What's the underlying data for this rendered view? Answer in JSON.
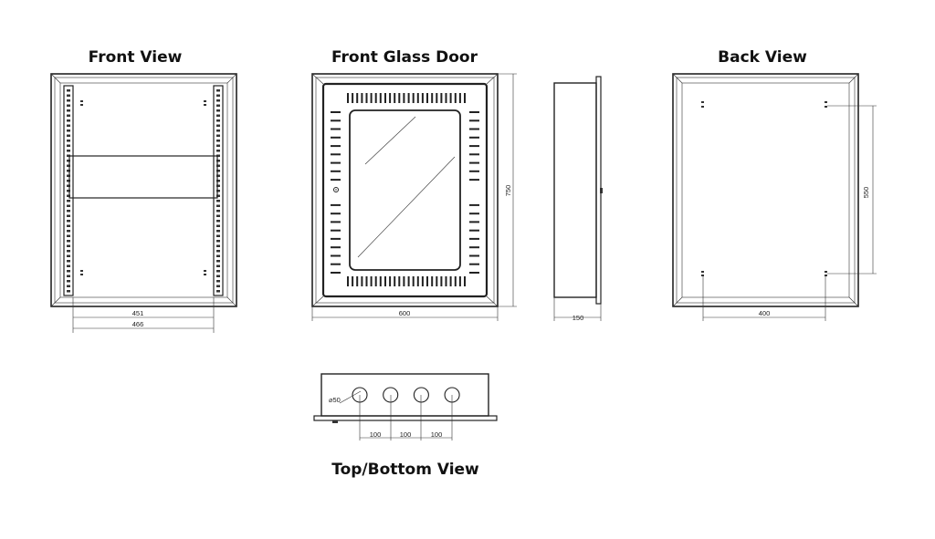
{
  "titles": {
    "front_view": "Front View",
    "front_glass_door": "Front Glass Door",
    "back_view": "Back View",
    "top_bottom_view": "Top/Bottom View"
  },
  "dimensions": {
    "front_inner_width": "451",
    "front_outer_width": "466",
    "door_width": "600",
    "door_height": "750",
    "side_depth": "150",
    "back_hole_spacing_v": "550",
    "back_hole_spacing_h": "400",
    "top_hole_diameter": "⌀50",
    "top_hole_pitch_1": "100",
    "top_hole_pitch_2": "100",
    "top_hole_pitch_3": "100"
  },
  "counts": {
    "door_vent_slots_horizontal": 26,
    "door_vent_slots_vertical": 20,
    "top_cable_holes": 4
  },
  "colors": {
    "line": "#222222",
    "panel_fill": "#f2f2f2",
    "mesh": "#555555"
  }
}
